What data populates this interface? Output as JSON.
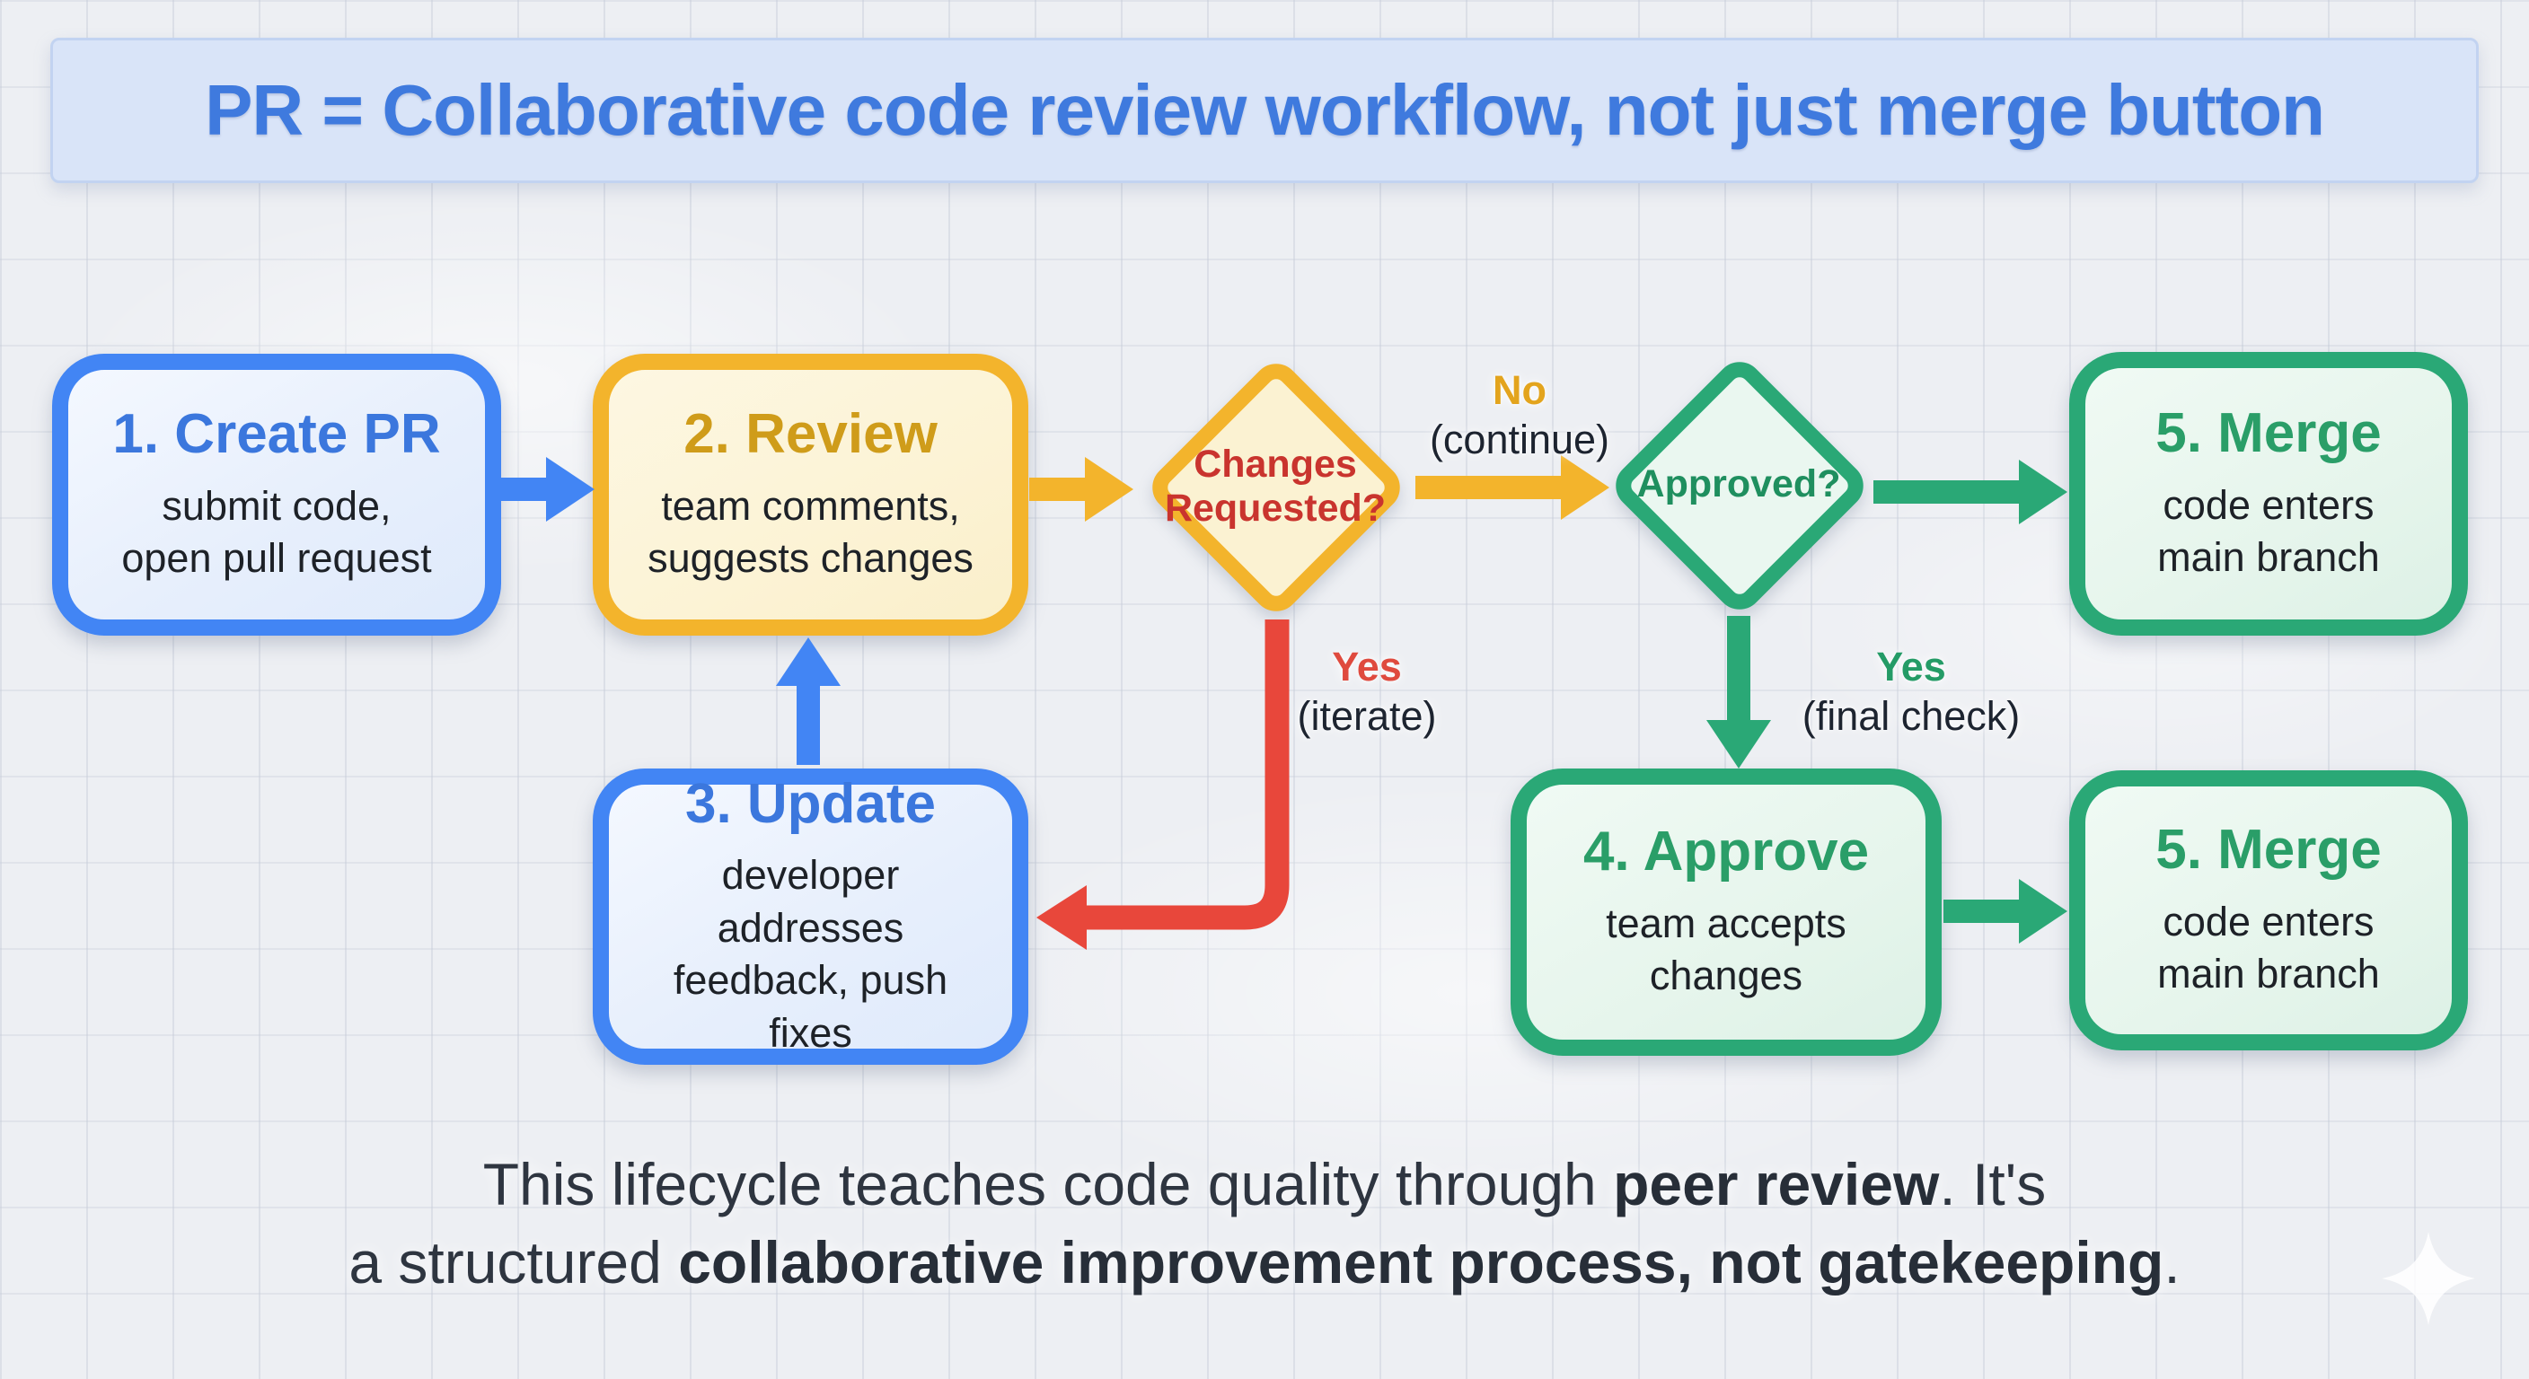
{
  "title": {
    "text": "PR = Collaborative code review workflow, not just merge button"
  },
  "nodes": [
    {
      "id": "create-pr",
      "label": "1. Create PR",
      "sublabel": "submit code,\nopen pull request",
      "scheme": "blue"
    },
    {
      "id": "review",
      "label": "2. Review",
      "sublabel": "team comments,\nsuggests changes",
      "scheme": "yellow"
    },
    {
      "id": "changes-requested",
      "label": "Changes\nRequested?",
      "shape": "diamond",
      "scheme": "yellow",
      "text_color": "red"
    },
    {
      "id": "approved",
      "label": "Approved?",
      "shape": "diamond",
      "scheme": "green",
      "text_color": "green"
    },
    {
      "id": "merge-top",
      "label": "5. Merge",
      "sublabel": "code enters\nmain branch",
      "scheme": "green"
    },
    {
      "id": "update",
      "label": "3. Update",
      "sublabel": "developer addresses\nfeedback, push fixes",
      "scheme": "blue"
    },
    {
      "id": "approve",
      "label": "4. Approve",
      "sublabel": "team accepts\nchanges",
      "scheme": "green"
    },
    {
      "id": "merge-bottom",
      "label": "5. Merge",
      "sublabel": "code enters\nmain branch",
      "scheme": "green"
    }
  ],
  "edge_labels": {
    "no_continue": {
      "primary": "No",
      "secondary": "(continue)"
    },
    "yes_iterate": {
      "primary": "Yes",
      "secondary": "(iterate)"
    },
    "yes_final_check": {
      "primary": "Yes",
      "secondary": "(final check)"
    }
  },
  "caption": {
    "line1": {
      "pre": "This lifecycle teaches code quality through ",
      "bold": "peer review",
      "post": ". It's"
    },
    "line2": {
      "pre": "a structured ",
      "bold": "collaborative improvement process, not gatekeeping",
      "post": "."
    }
  },
  "icons": {
    "bottom_right": "sparkle-icon"
  },
  "colors": {
    "page_bg": "#edeff3",
    "grid_line": "#dde1e9",
    "banner_bg": "#d9e4f8",
    "banner_border": "#c2d3f1",
    "banner_text": "#3f7ade",
    "blue": "#4285f4",
    "blue_text": "#3b77dd",
    "blue_fill": "#e7effc",
    "yellow": "#f3b42c",
    "gold_text": "#cf9c1a",
    "yellow_fill": "#fcf3d5",
    "green": "#2aa876",
    "green_text": "#259a64",
    "green_fill": "#e6f5ec",
    "red": "#e8473b",
    "red_text": "#c9342e",
    "ink": "#1d2127",
    "caption_ink": "#2e3540",
    "sparkle": "#ffffff"
  }
}
